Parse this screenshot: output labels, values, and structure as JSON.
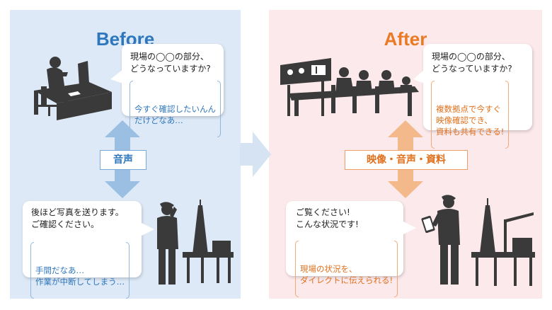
{
  "before": {
    "title": "Before",
    "top_bubble": {
      "text": "現場の◯◯の部分、\nどうなっていますか?",
      "sub": "今すぐ確認したいんん\nだけどなあ…"
    },
    "label": "音声",
    "bottom_bubble": {
      "text": "後ほど写真を送ります。\nご確認ください。",
      "sub": "手間だなあ…\n作業が中断してしまう…"
    }
  },
  "after": {
    "title": "After",
    "top_bubble": {
      "text": "現場の◯◯の部分、\nどうなっていますか?",
      "sub": "複数拠点で今すぐ\n映像確認でき、\n資料も共有できる!"
    },
    "label": "映像・音声・資料",
    "bottom_bubble": {
      "text": "ご覧ください!\nこんな状況です!",
      "sub": "現場の状況を、\nダイレクトに伝えられる!"
    }
  },
  "colors": {
    "before_bg": "#dde9f6",
    "after_bg": "#fbe9ec",
    "blue_accent": "#2f77bd",
    "orange_accent": "#ea7a24",
    "silhouette": "#3a3a3a"
  }
}
